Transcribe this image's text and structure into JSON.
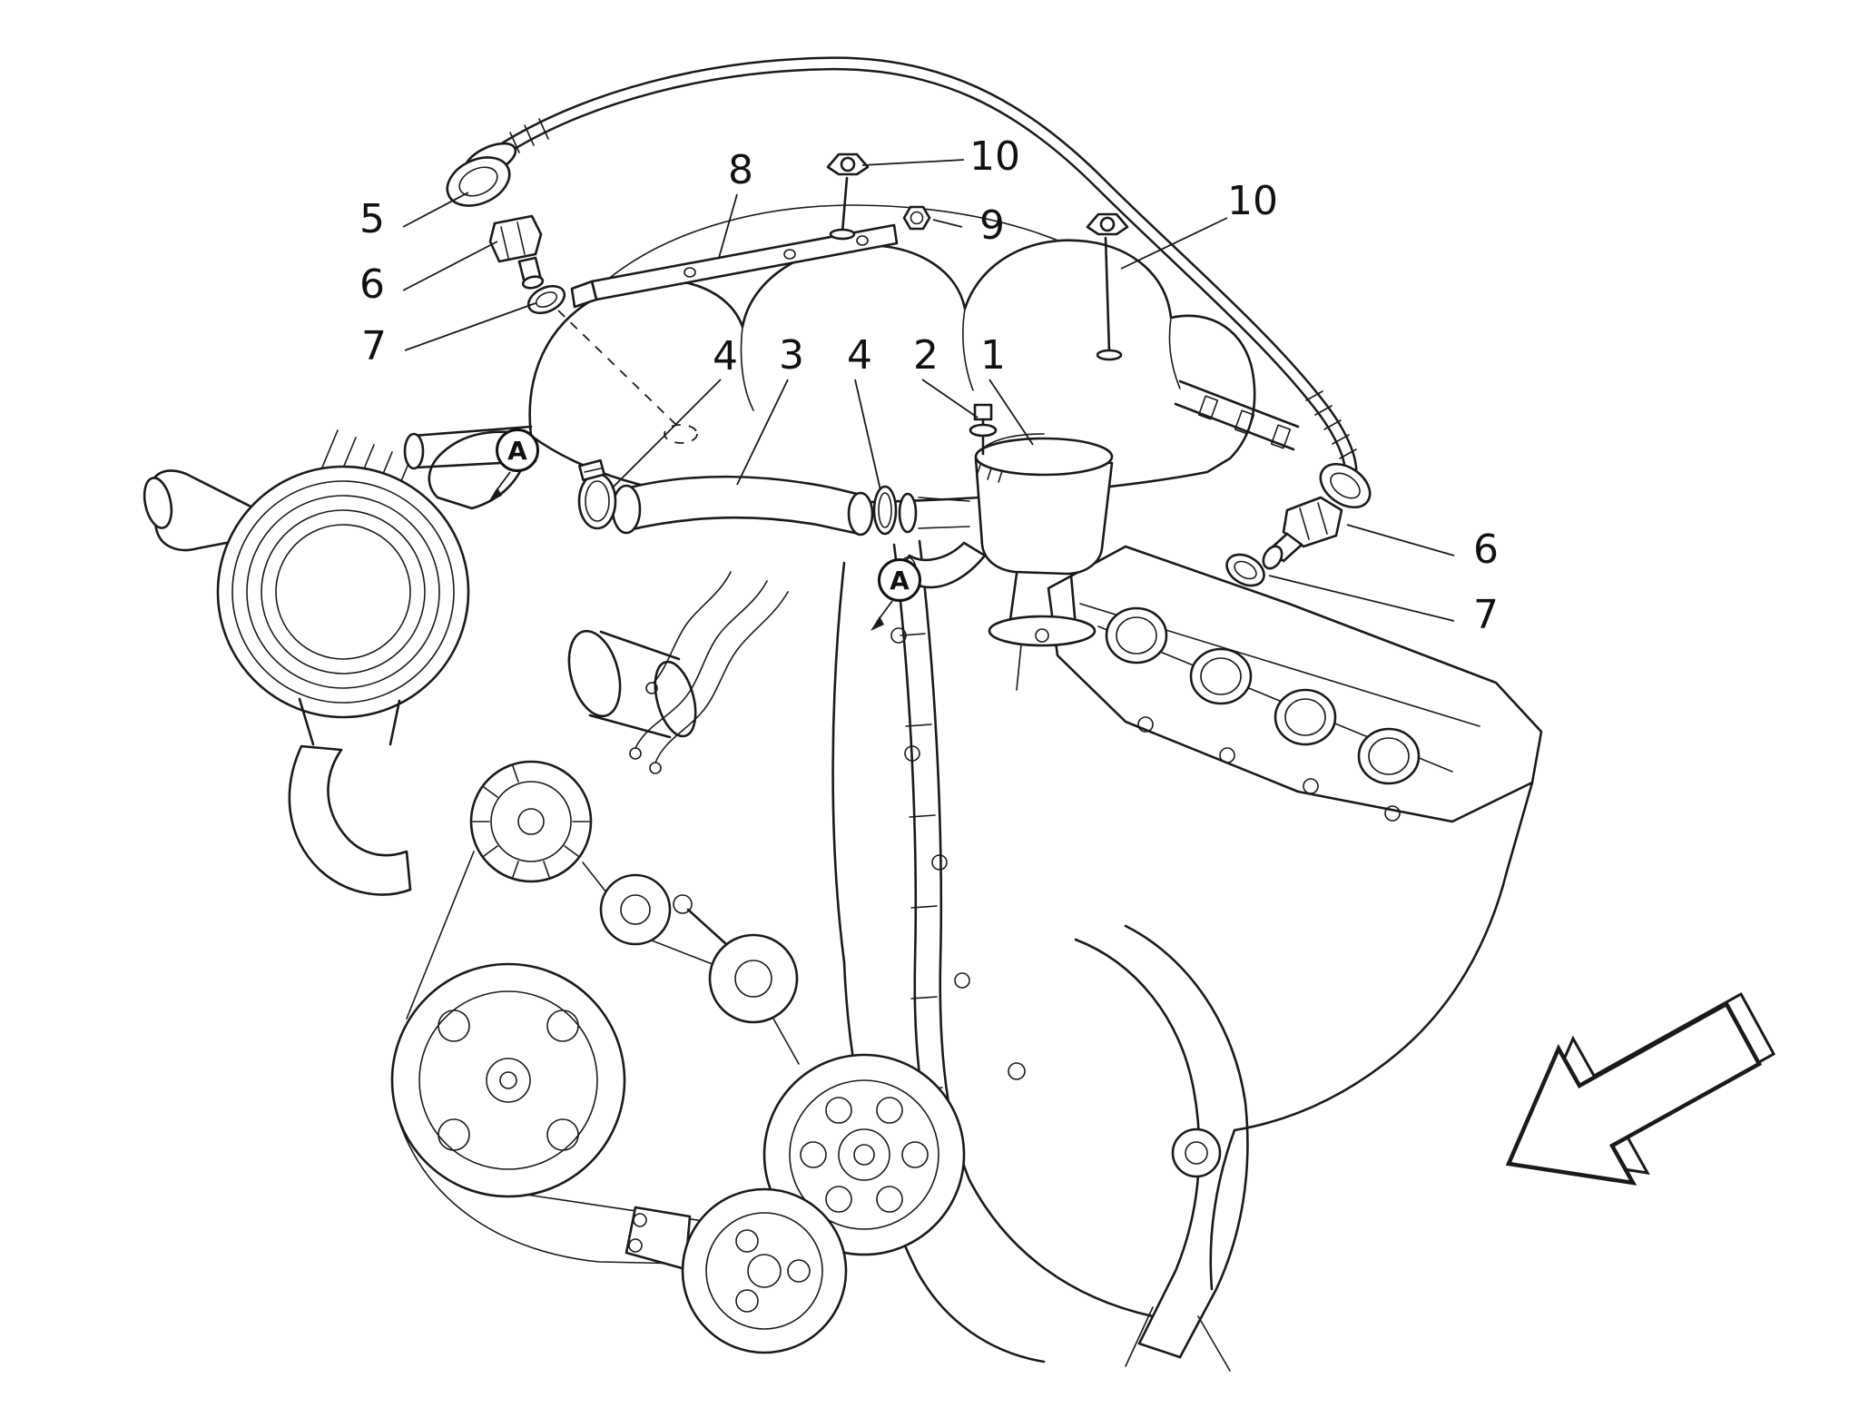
{
  "diagram": {
    "background_color": "#ffffff",
    "line_color": "#1a1a1a",
    "callouts": [
      {
        "id": "callout-5-left",
        "label": "5"
      },
      {
        "id": "callout-6-left",
        "label": "6"
      },
      {
        "id": "callout-7-left",
        "label": "7"
      },
      {
        "id": "callout-8",
        "label": "8"
      },
      {
        "id": "callout-10-top",
        "label": "10"
      },
      {
        "id": "callout-9",
        "label": "9"
      },
      {
        "id": "callout-10-right",
        "label": "10"
      },
      {
        "id": "callout-4-left",
        "label": "4"
      },
      {
        "id": "callout-3",
        "label": "3"
      },
      {
        "id": "callout-4-right",
        "label": "4"
      },
      {
        "id": "callout-2",
        "label": "2"
      },
      {
        "id": "callout-1",
        "label": "1"
      },
      {
        "id": "callout-6-right",
        "label": "6"
      },
      {
        "id": "callout-7-right",
        "label": "7"
      }
    ],
    "detail_markers": [
      {
        "id": "marker-a-upper",
        "label": "A"
      },
      {
        "id": "marker-a-lower",
        "label": "A"
      }
    ],
    "direction_arrow": {
      "icon": "block-arrow-icon",
      "points": "down-left"
    }
  }
}
